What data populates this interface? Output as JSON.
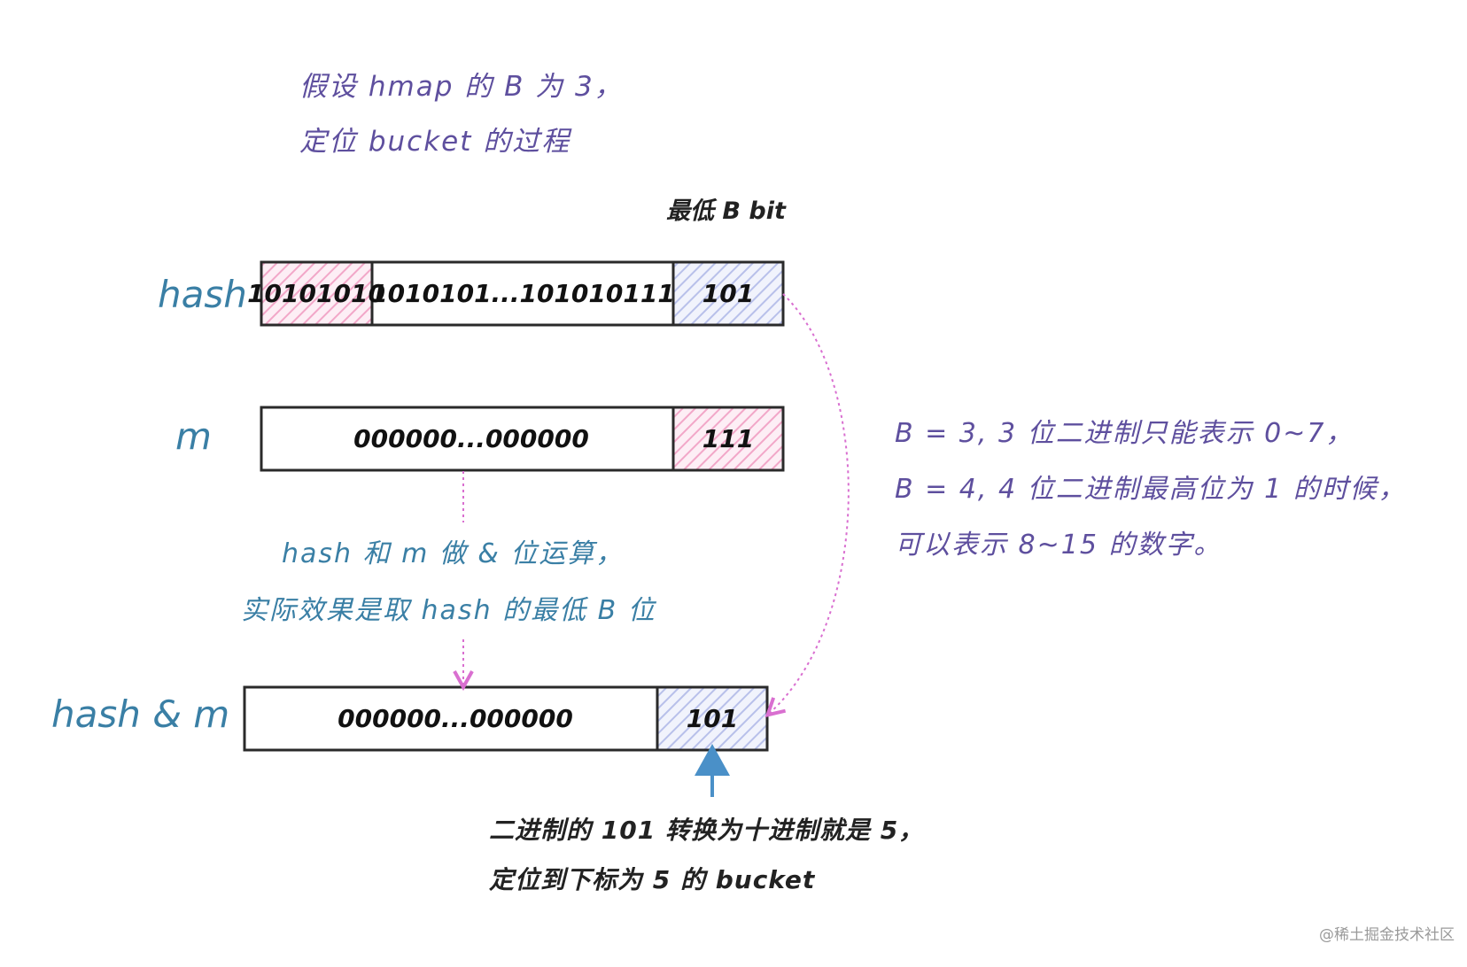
{
  "title": {
    "line1": "假设 hmap 的 B 为 3，",
    "line2": "定位 bucket 的过程"
  },
  "top_label": "最低 B bit",
  "rows": {
    "hash": {
      "label": "hash",
      "cells": [
        "10101010",
        "1010101...101010111",
        "101"
      ]
    },
    "m": {
      "label": "m",
      "cells": [
        "000000...000000",
        "111"
      ]
    },
    "hash_and_m": {
      "label": "hash & m",
      "cells": [
        "000000...000000",
        "101"
      ]
    }
  },
  "and_note": {
    "line1": "hash 和 m 做 & 位运算，",
    "line2": "实际效果是取 hash 的最低 B 位"
  },
  "b_note": {
    "line1": "B = 3, 3 位二进制只能表示 0~7，",
    "line2": "B = 4, 4 位二进制最高位为 1 的时候，",
    "line3": "可以表示 8~15 的数字。"
  },
  "bottom_note": {
    "line1": "二进制的 101 转换为十进制就是 5，",
    "line2": "定位到下标为 5 的 bucket"
  },
  "watermark": "@稀土掘金技术社区",
  "colors": {
    "purple_text": "#5e4f9e",
    "blue_text": "#3a7fa5",
    "pink_hatch": "#f2a7c8",
    "lavender_hatch": "#b8c0ea",
    "dotted_arrow": "#d96fd0",
    "solid_arrow": "#4a90c8"
  }
}
